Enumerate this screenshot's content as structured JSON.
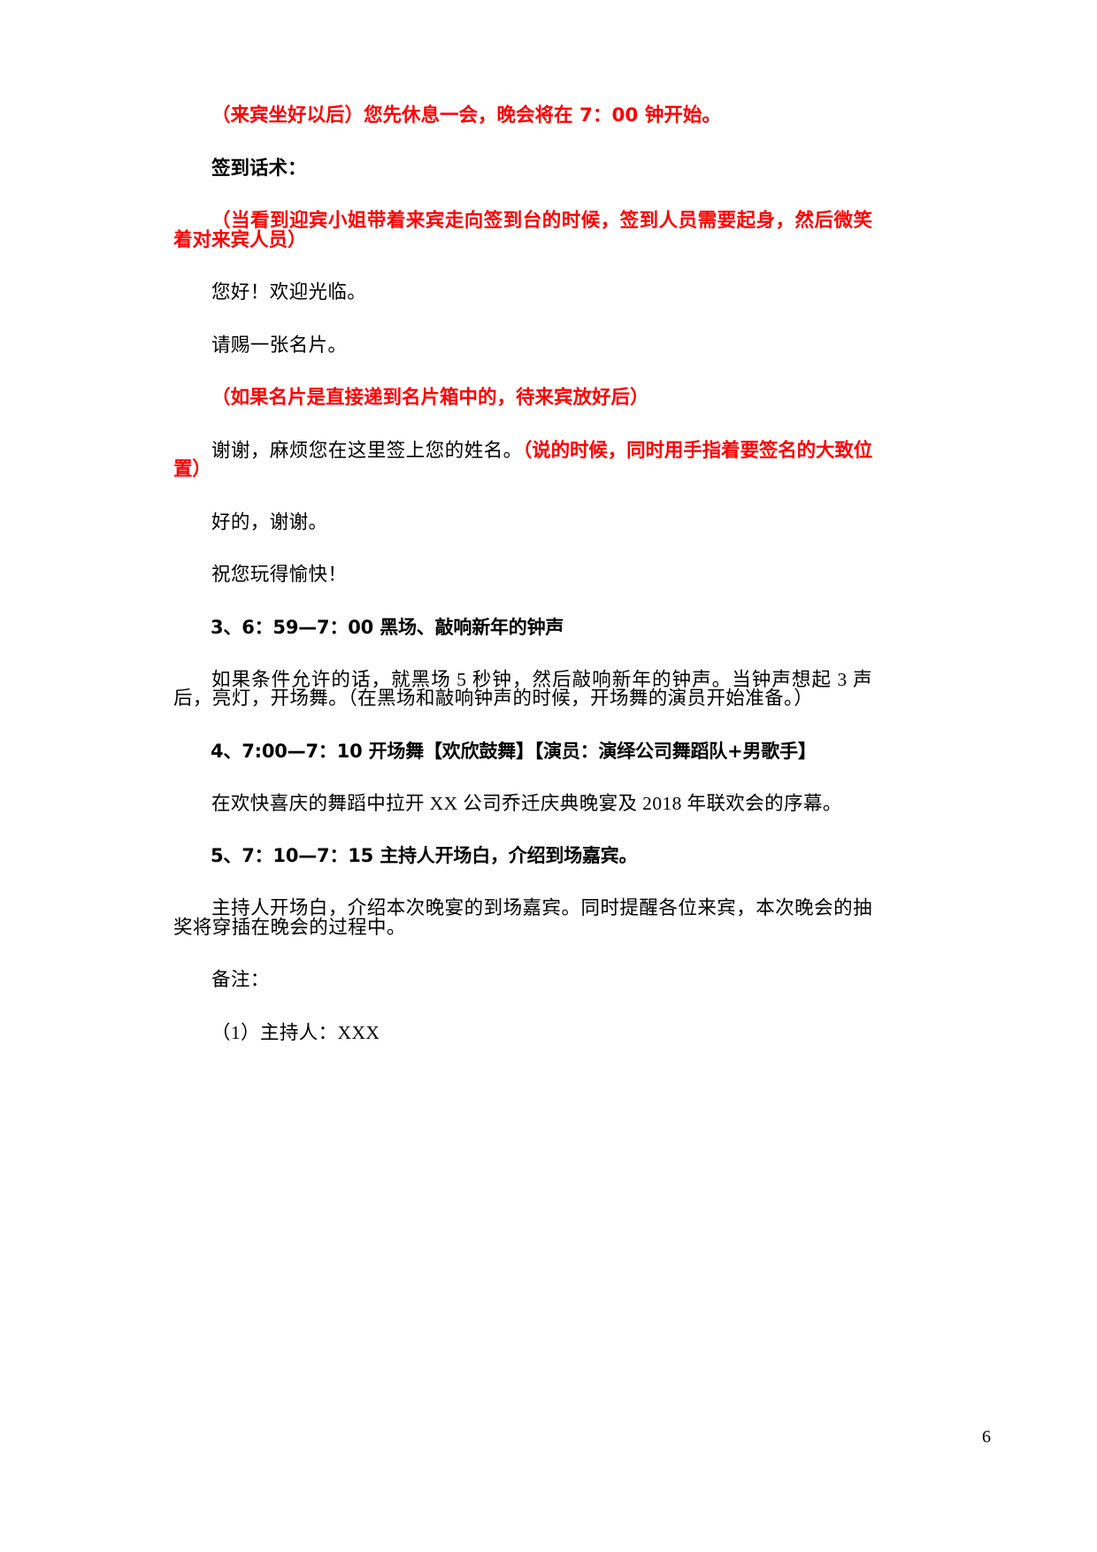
{
  "document": {
    "page_number": "6",
    "colors": {
      "annotation_red": "#ff0000",
      "body_black": "#000000",
      "page_background": "#ffffff"
    },
    "blocks": [
      {
        "id": "rest-notice",
        "style": "red-bold-indent",
        "text": "（来宾坐好以后）您先休息一会，晚会将在 7：00 钟开始。"
      },
      {
        "id": "signin-script-heading",
        "style": "black-bold-indent",
        "text": "签到话术："
      },
      {
        "id": "signin-stage-direction",
        "style": "red-bold-indent-wrap",
        "text": "（当看到迎宾小姐带着来宾走向签到台的时候，签到人员需要起身，然后微笑着对来宾人员）"
      },
      {
        "id": "greeting-hello",
        "style": "black-indent",
        "text": "您好！欢迎光临。"
      },
      {
        "id": "greeting-card-request",
        "style": "black-indent",
        "text": "请赐一张名片。"
      },
      {
        "id": "card-box-direction",
        "style": "red-bold-indent",
        "text": "（如果名片是直接递到名片箱中的，待来宾放好后）"
      },
      {
        "id": "sign-name-request",
        "style": "mixed-indent",
        "text_black": "谢谢，麻烦您在这里签上您的姓名。",
        "text_red": "（说的时候，同时用手指着要签名的大致位置）"
      },
      {
        "id": "greeting-ok-thanks",
        "style": "black-indent",
        "text": "好的，谢谢。"
      },
      {
        "id": "greeting-enjoy",
        "style": "black-indent",
        "text": "祝您玩得愉快！"
      },
      {
        "id": "item-3-heading",
        "style": "heading",
        "text": "3、6：59—7：00 黑场、敲响新年的钟声"
      },
      {
        "id": "item-3-body",
        "style": "black-indent",
        "text": "如果条件允许的话，就黑场 5 秒钟，然后敲响新年的钟声。当钟声想起 3 声后，亮灯，开场舞。（在黑场和敲响钟声的时候，开场舞的演员开始准备。）"
      },
      {
        "id": "item-4-heading",
        "style": "heading",
        "text": "4、7:00—7：10 开场舞【欢欣鼓舞】【演员：演绎公司舞蹈队+男歌手】"
      },
      {
        "id": "item-4-body",
        "style": "black-indent",
        "text": "在欢快喜庆的舞蹈中拉开 XX 公司乔迁庆典晚宴及 2018 年联欢会的序幕。"
      },
      {
        "id": "item-5-heading",
        "style": "heading",
        "text": "5、7：10—7：15 主持人开场白，介绍到场嘉宾。"
      },
      {
        "id": "item-5-body",
        "style": "black-indent",
        "text": "主持人开场白，介绍本次晚宴的到场嘉宾。同时提醒各位来宾，本次晚会的抽奖将穿插在晚会的过程中。"
      },
      {
        "id": "remarks-label",
        "style": "black-indent",
        "text": "备注："
      },
      {
        "id": "remarks-item-1",
        "style": "black-indent",
        "text": "（1）主持人：XXX"
      }
    ]
  }
}
